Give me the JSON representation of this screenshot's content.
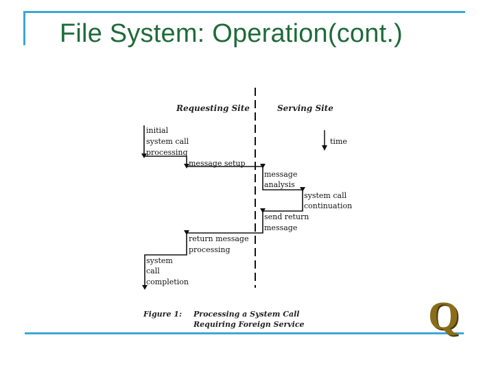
{
  "slide": {
    "title": "File System: Operation(cont.)"
  },
  "diagram": {
    "headers": {
      "requesting": "Requesting Site",
      "serving": "Serving Site"
    },
    "time_label": "time",
    "steps": {
      "s1": [
        "initial",
        "system call",
        "processing"
      ],
      "s2": [
        "message setup"
      ],
      "s3": [
        "message",
        "analysis"
      ],
      "s4": [
        "system call",
        "continuation"
      ],
      "s5": [
        "send return",
        "message"
      ],
      "s6": [
        "return message",
        "processing"
      ],
      "s7": [
        "system",
        "call",
        "completion"
      ]
    },
    "caption": {
      "label": "Figure 1:",
      "line1": "Processing a System Call",
      "line2": "Requiring Foreign Service"
    }
  },
  "colors": {
    "title": "#1f6b3a",
    "accent_lines": "#3aa7d6",
    "logo": "#8a6d1a"
  },
  "logo_text": "Q"
}
